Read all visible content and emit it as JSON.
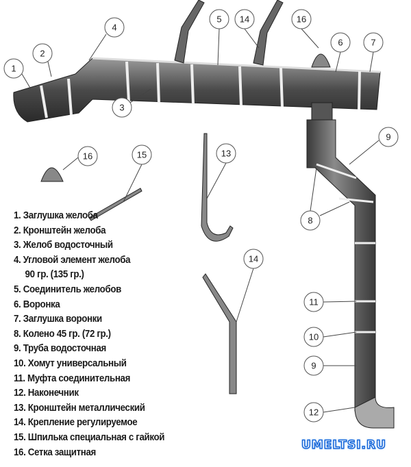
{
  "legend": [
    "1. Заглушка желоба",
    "2. Кронштейн желоба",
    "3. Желоб водосточный",
    "4. Угловой элемент желоба",
    "90 гр. (135 гр.)",
    "5. Соединитель желобов",
    "6. Воронка",
    "7. Заглушка воронки",
    "8. Колено 45 гр. (72 гр.)",
    "9. Труба водосточная",
    "10. Хомут универсальный",
    "11. Муфта соединительная",
    "12. Наконечник",
    "13. Кронштейн металлический",
    "14. Крепление регулируемое",
    "15. Шпилька специальная с гайкой",
    "16. Сетка защитная"
  ],
  "callouts": [
    "1",
    "2",
    "4",
    "5",
    "14",
    "16",
    "6",
    "7",
    "3",
    "16",
    "15",
    "13",
    "9",
    "8",
    "14",
    "11",
    "10",
    "9",
    "12"
  ],
  "watermark": "UMELTSI.RU"
}
